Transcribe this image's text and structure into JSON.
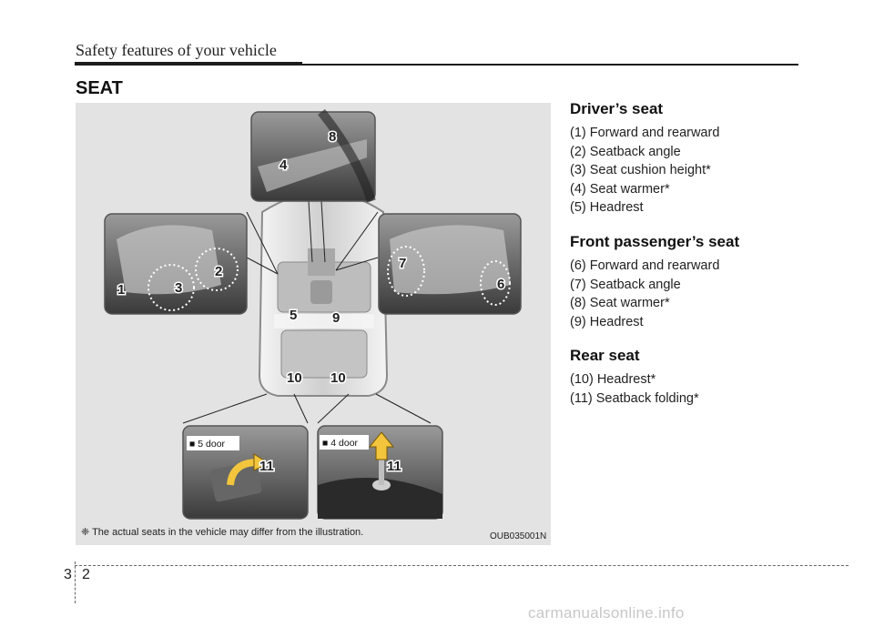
{
  "header": {
    "title": "Safety features of your vehicle"
  },
  "section": {
    "heading": "SEAT"
  },
  "figure": {
    "callouts": [
      "1",
      "2",
      "3",
      "4",
      "5",
      "6",
      "7",
      "8",
      "9",
      "10",
      "10",
      "11",
      "11"
    ],
    "tag_5door": "■ 5 door",
    "tag_4door": "■ 4 door",
    "note": "❈ The actual seats in the vehicle may differ from the illustration.",
    "image_code": "OUB035001N"
  },
  "drivers_seat": {
    "heading": "Driver’s seat",
    "items": [
      "(1) Forward and rearward",
      "(2) Seatback angle",
      "(3) Seat cushion height*",
      "(4) Seat warmer*",
      "(5) Headrest"
    ]
  },
  "passenger_seat": {
    "heading": "Front passenger’s seat",
    "items": [
      "(6) Forward and rearward",
      "(7) Seatback angle",
      "(8) Seat warmer*",
      "(9) Headrest"
    ]
  },
  "rear_seat": {
    "heading": "Rear seat",
    "items": [
      "(10) Headrest*",
      "(11) Seatback folding*"
    ]
  },
  "page": {
    "chapter": "3",
    "number": "2"
  },
  "watermark": "carmanualsonline.info"
}
